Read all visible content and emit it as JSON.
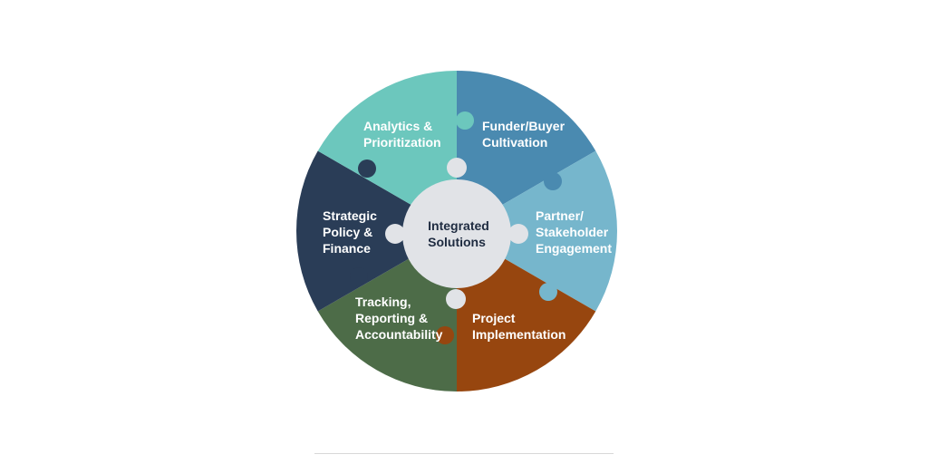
{
  "center": {
    "line1": "Integrated",
    "line2": "Solutions",
    "color": "#e1e3e7"
  },
  "segments": [
    {
      "id": "funder",
      "lines": [
        "Funder/Buyer",
        "Cultivation"
      ],
      "color": "#4a8ab0"
    },
    {
      "id": "partner",
      "lines": [
        "Partner/",
        "Stakeholder",
        "Engagement"
      ],
      "color": "#76b6cc"
    },
    {
      "id": "project",
      "lines": [
        "Project",
        "Implementation"
      ],
      "color": "#97460f"
    },
    {
      "id": "tracking",
      "lines": [
        "Tracking,",
        "Reporting &",
        "Accountability"
      ],
      "color": "#4d6c48"
    },
    {
      "id": "strategic",
      "lines": [
        "Strategic",
        "Policy &",
        "Finance"
      ],
      "color": "#2a3d57"
    },
    {
      "id": "analytics",
      "lines": [
        "Analytics &",
        "Prioritization"
      ],
      "color": "#6cc7bd"
    }
  ]
}
